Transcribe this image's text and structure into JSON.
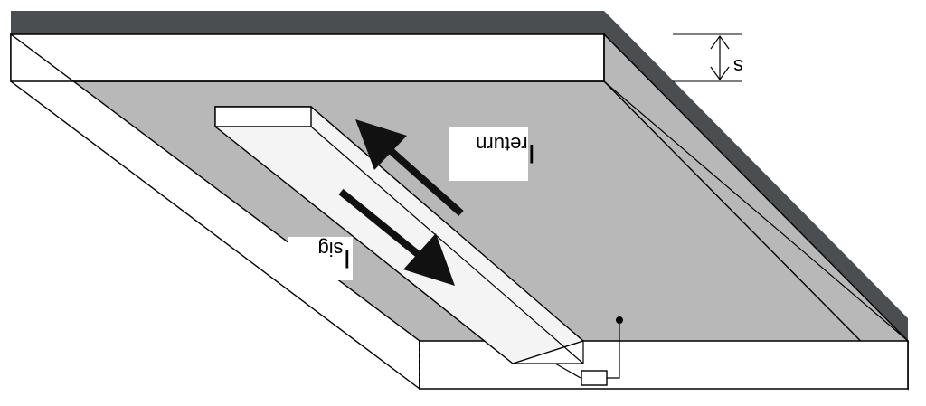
{
  "diagram": {
    "labels": {
      "signal_current": "I",
      "signal_current_sub": "sig",
      "return_current": "I",
      "return_current_sub": "return",
      "spacing": "s"
    },
    "colors": {
      "plane_top": "#b8b8b8",
      "plane_edge": "#4a4e50",
      "trace_fill": "#f4f4f4",
      "arrow": "#111111",
      "outline": "#000000"
    }
  }
}
